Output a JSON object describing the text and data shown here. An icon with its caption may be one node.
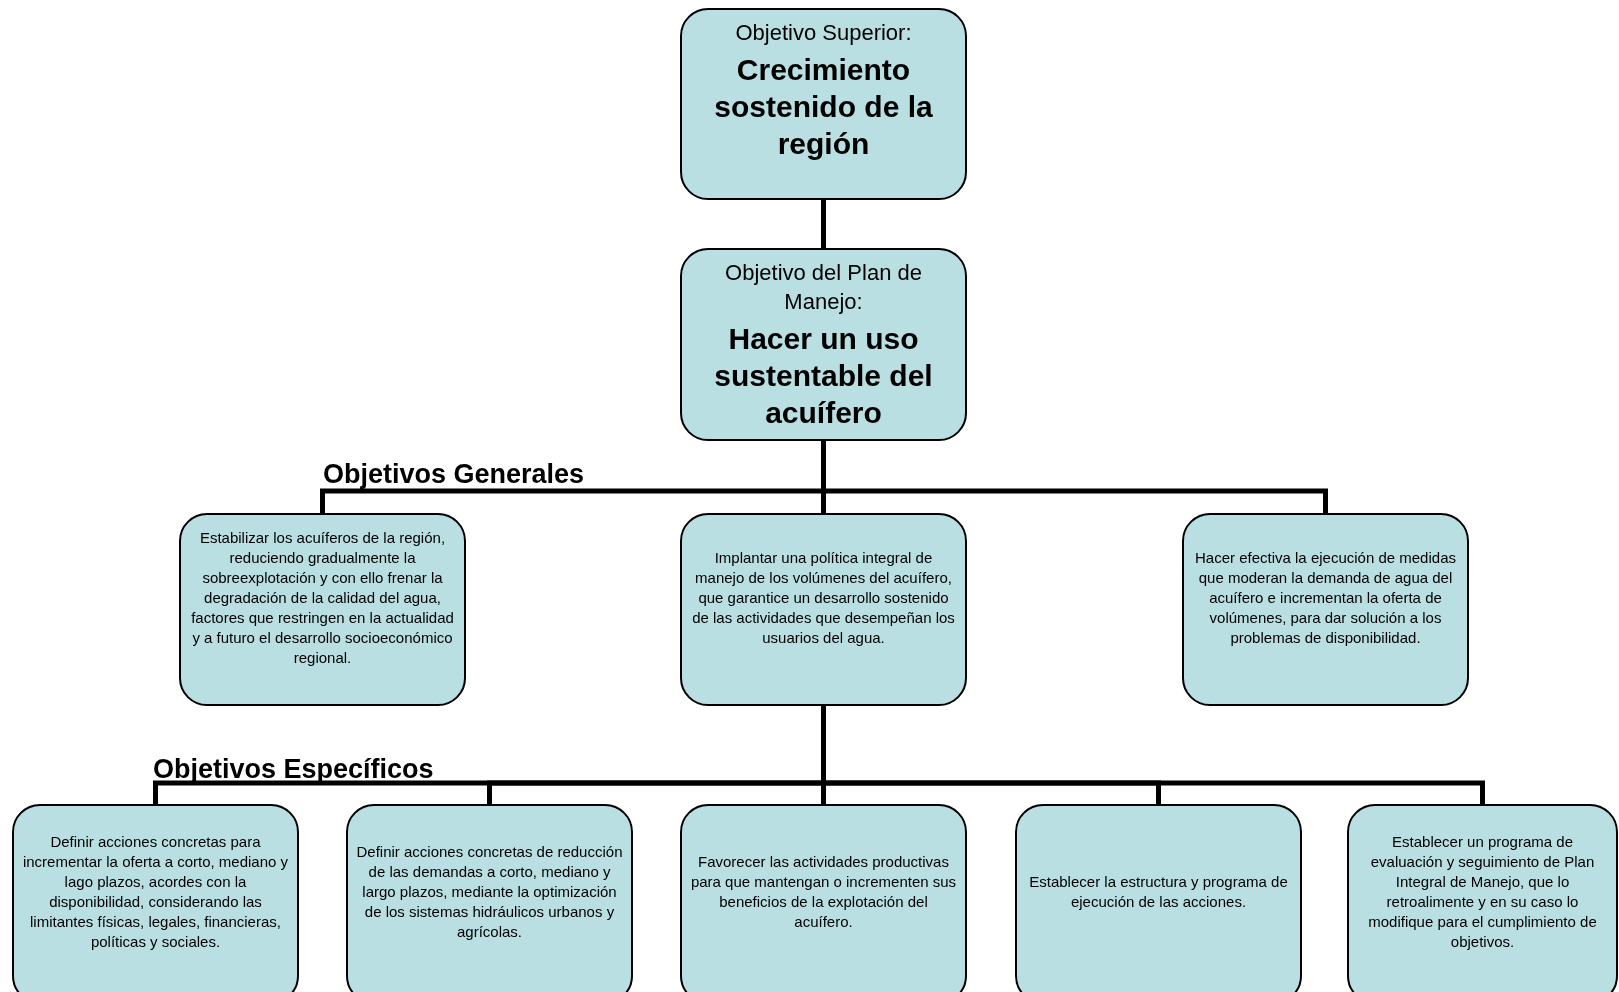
{
  "diagram": {
    "nodes": [
      {
        "text": [
          "Objetivo Superior:",
          "Crecimiento sostenido de la región"
        ]
      },
      {
        "text": [
          "Objetivo del Plan de Manejo:",
          "Hacer un uso sustentable del acuífero"
        ]
      },
      {
        "text": [
          "Estabilizar los acuíferos de la región, reduciendo gradualmente la sobreexplotación y con ello frenar la degradación de la calidad del agua, factores que restringen en la actualidad y a futuro el desarrollo socioeconómico regional."
        ]
      },
      {
        "text": [
          "Implantar una política integral de manejo de los volúmenes del acuífero, que garantice un desarrollo sostenido de las actividades que desempeñan los usuarios del agua."
        ]
      },
      {
        "text": [
          "Hacer efectiva la ejecución de medidas que moderan la demanda de agua del acuífero e incrementan la oferta de volúmenes, para dar solución a los problemas de disponibilidad."
        ]
      },
      {
        "text": [
          "Definir acciones concretas para incrementar la oferta a corto, mediano y lago plazos, acordes con la disponibilidad, considerando las limitantes físicas, legales, financieras, políticas y sociales."
        ]
      },
      {
        "text": [
          "Definir acciones concretas de reducción de las demandas a corto, mediano y largo plazos, mediante la optimización de los sistemas hidráulicos urbanos y agrícolas."
        ]
      },
      {
        "text": [
          "Favorecer las actividades productivas para que mantengan o incrementen sus beneficios de la explotación del acuífero."
        ]
      },
      {
        "text": [
          "Establecer la estructura y programa de ejecución de las acciones."
        ]
      },
      {
        "text": [
          "Establecer un programa de evaluación y seguimiento de Plan Integral de Manejo, que lo retroalimente y en su caso lo modifique para el cumplimiento de objetivos."
        ]
      }
    ],
    "edges": [
      {
        "from": 0,
        "to": 1,
        "arrow": "none"
      },
      {
        "from": 1,
        "to": 2,
        "arrow": "none"
      },
      {
        "from": 1,
        "to": 3,
        "arrow": "none"
      },
      {
        "from": 1,
        "to": 4,
        "arrow": "none"
      },
      {
        "from": 3,
        "to": 5,
        "arrow": "none"
      },
      {
        "from": 3,
        "to": 6,
        "arrow": "none"
      },
      {
        "from": 3,
        "to": 7,
        "arrow": "none"
      },
      {
        "from": 3,
        "to": 8,
        "arrow": "none"
      },
      {
        "from": 3,
        "to": 9,
        "arrow": "none"
      }
    ],
    "labels": [
      "Objetivos Generales",
      "Objetivos Específicos"
    ]
  }
}
